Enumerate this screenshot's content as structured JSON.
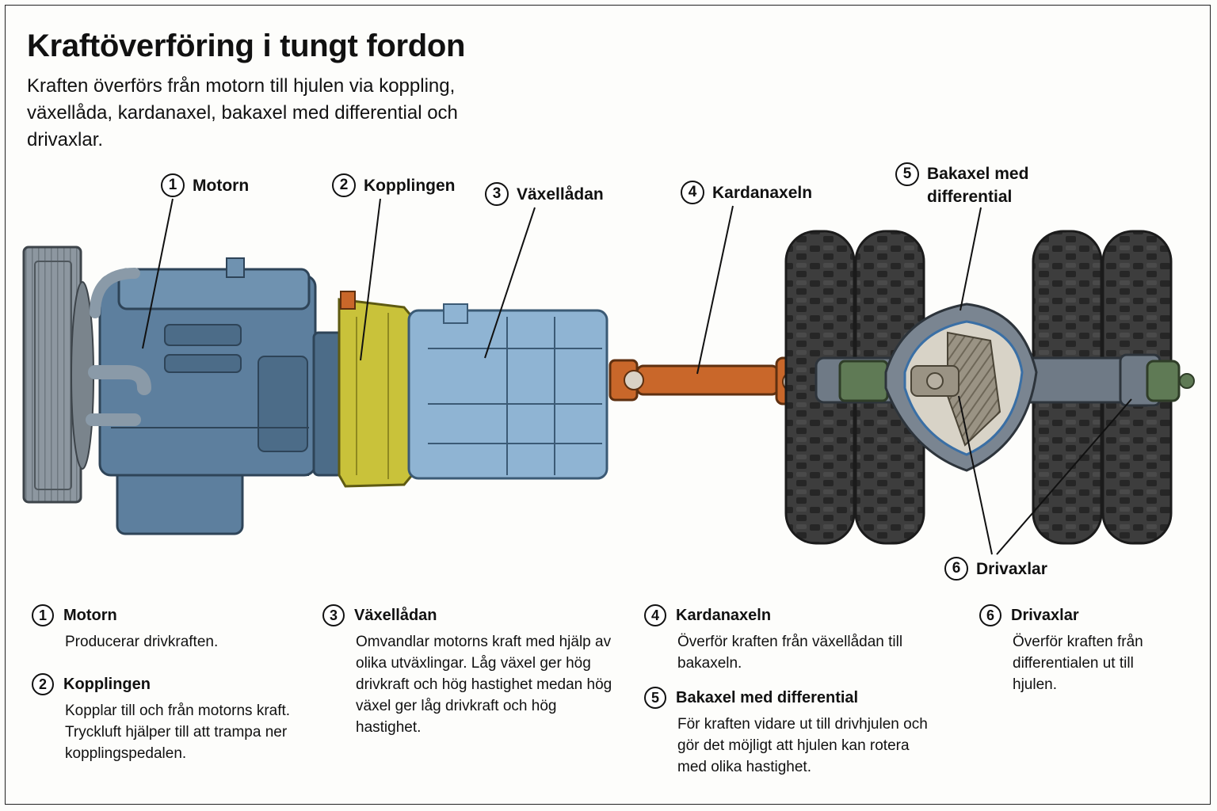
{
  "title": "Kraftöverföring i tungt fordon",
  "subtitle": "Kraften överförs från motorn till hjulen via koppling, växellåda, kardanaxel, bakaxel med differential och drivaxlar.",
  "callouts": [
    {
      "num": "1",
      "label": "Motorn"
    },
    {
      "num": "2",
      "label": "Kopplingen"
    },
    {
      "num": "3",
      "label": "Växellådan"
    },
    {
      "num": "4",
      "label": "Kardanaxeln"
    },
    {
      "num": "5",
      "label_line1": "Bakaxel med",
      "label_line2": "differential"
    },
    {
      "num": "6",
      "label": "Drivaxlar"
    }
  ],
  "legend": [
    {
      "num": "1",
      "title": "Motorn",
      "desc": "Producerar drivkraften."
    },
    {
      "num": "2",
      "title": "Kopplingen",
      "desc": "Kopplar till och från motorns kraft. Tryckluft hjälper till att trampa ner kopplingspedalen."
    },
    {
      "num": "3",
      "title": "Växellådan",
      "desc": "Omvandlar motorns kraft med hjälp av olika utväxlingar. Låg växel ger hög drivkraft och hög hastighet medan hög växel ger låg drivkraft och hög hastighet."
    },
    {
      "num": "4",
      "title": "Kardanaxeln",
      "desc": "Överför kraften från växellådan till bakaxeln."
    },
    {
      "num": "5",
      "title": "Bakaxel med differential",
      "desc": "För kraften vidare ut till drivhjulen och gör det möjligt att hjulen kan rotera med olika hastighet."
    },
    {
      "num": "6",
      "title": "Drivaxlar",
      "desc": "Överför kraften från differentialen ut till hjulen."
    }
  ],
  "colors": {
    "engine": "#5d7f9e",
    "clutch": "#c9c23a",
    "gearbox": "#8fb4d3",
    "driveshaft": "#c9672a",
    "axle": "#6f7a86",
    "tire": "#3b3b3b",
    "hub": "#5f7a55"
  }
}
